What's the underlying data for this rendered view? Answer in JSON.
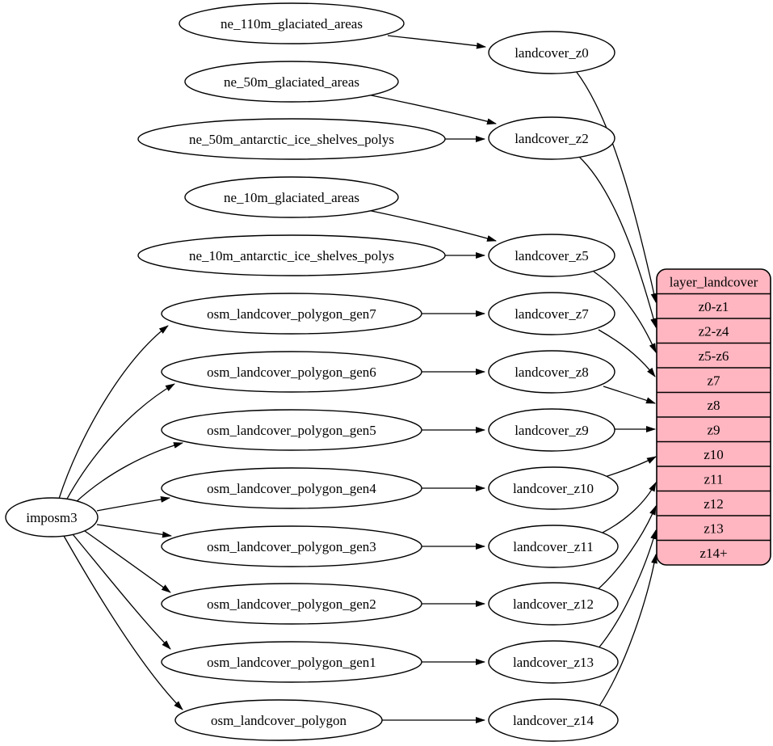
{
  "diagram": {
    "type": "dependency-graph",
    "colors": {
      "background": "#ffffff",
      "node_fill": "#ffffff",
      "node_stroke": "#000000",
      "edge_stroke": "#000000",
      "record_fill": "#ffb6c1",
      "record_stroke": "#000000",
      "text": "#000000"
    },
    "nodes": {
      "imposm3": {
        "label": "imposm3"
      },
      "ne_110m_glaciated_areas": {
        "label": "ne_110m_glaciated_areas"
      },
      "ne_50m_glaciated_areas": {
        "label": "ne_50m_glaciated_areas"
      },
      "ne_50m_antarctic_ice_shelves_polys": {
        "label": "ne_50m_antarctic_ice_shelves_polys"
      },
      "ne_10m_glaciated_areas": {
        "label": "ne_10m_glaciated_areas"
      },
      "ne_10m_antarctic_ice_shelves_polys": {
        "label": "ne_10m_antarctic_ice_shelves_polys"
      },
      "osm_landcover_polygon_gen7": {
        "label": "osm_landcover_polygon_gen7"
      },
      "osm_landcover_polygon_gen6": {
        "label": "osm_landcover_polygon_gen6"
      },
      "osm_landcover_polygon_gen5": {
        "label": "osm_landcover_polygon_gen5"
      },
      "osm_landcover_polygon_gen4": {
        "label": "osm_landcover_polygon_gen4"
      },
      "osm_landcover_polygon_gen3": {
        "label": "osm_landcover_polygon_gen3"
      },
      "osm_landcover_polygon_gen2": {
        "label": "osm_landcover_polygon_gen2"
      },
      "osm_landcover_polygon_gen1": {
        "label": "osm_landcover_polygon_gen1"
      },
      "osm_landcover_polygon": {
        "label": "osm_landcover_polygon"
      },
      "landcover_z0": {
        "label": "landcover_z0"
      },
      "landcover_z2": {
        "label": "landcover_z2"
      },
      "landcover_z5": {
        "label": "landcover_z5"
      },
      "landcover_z7": {
        "label": "landcover_z7"
      },
      "landcover_z8": {
        "label": "landcover_z8"
      },
      "landcover_z9": {
        "label": "landcover_z9"
      },
      "landcover_z10": {
        "label": "landcover_z10"
      },
      "landcover_z11": {
        "label": "landcover_z11"
      },
      "landcover_z12": {
        "label": "landcover_z12"
      },
      "landcover_z13": {
        "label": "landcover_z13"
      },
      "landcover_z14": {
        "label": "landcover_z14"
      }
    },
    "record": {
      "title": "layer_landcover",
      "rows": [
        "z0-z1",
        "z2-z4",
        "z5-z6",
        "z7",
        "z8",
        "z9",
        "z10",
        "z11",
        "z12",
        "z13",
        "z14+"
      ]
    },
    "edges": [
      {
        "from": "ne_110m_glaciated_areas",
        "to": "landcover_z0"
      },
      {
        "from": "ne_50m_glaciated_areas",
        "to": "landcover_z2"
      },
      {
        "from": "ne_50m_antarctic_ice_shelves_polys",
        "to": "landcover_z2"
      },
      {
        "from": "ne_10m_glaciated_areas",
        "to": "landcover_z5"
      },
      {
        "from": "ne_10m_antarctic_ice_shelves_polys",
        "to": "landcover_z5"
      },
      {
        "from": "osm_landcover_polygon_gen7",
        "to": "landcover_z7"
      },
      {
        "from": "osm_landcover_polygon_gen6",
        "to": "landcover_z8"
      },
      {
        "from": "osm_landcover_polygon_gen5",
        "to": "landcover_z9"
      },
      {
        "from": "osm_landcover_polygon_gen4",
        "to": "landcover_z10"
      },
      {
        "from": "osm_landcover_polygon_gen3",
        "to": "landcover_z11"
      },
      {
        "from": "osm_landcover_polygon_gen2",
        "to": "landcover_z12"
      },
      {
        "from": "osm_landcover_polygon_gen1",
        "to": "landcover_z13"
      },
      {
        "from": "osm_landcover_polygon",
        "to": "landcover_z14"
      },
      {
        "from": "imposm3",
        "to": "osm_landcover_polygon_gen7"
      },
      {
        "from": "imposm3",
        "to": "osm_landcover_polygon_gen6"
      },
      {
        "from": "imposm3",
        "to": "osm_landcover_polygon_gen5"
      },
      {
        "from": "imposm3",
        "to": "osm_landcover_polygon_gen4"
      },
      {
        "from": "imposm3",
        "to": "osm_landcover_polygon_gen3"
      },
      {
        "from": "imposm3",
        "to": "osm_landcover_polygon_gen2"
      },
      {
        "from": "imposm3",
        "to": "osm_landcover_polygon_gen1"
      },
      {
        "from": "imposm3",
        "to": "osm_landcover_polygon"
      },
      {
        "from": "landcover_z0",
        "to": "layer_landcover:z0-z1"
      },
      {
        "from": "landcover_z2",
        "to": "layer_landcover:z2-z4"
      },
      {
        "from": "landcover_z5",
        "to": "layer_landcover:z5-z6"
      },
      {
        "from": "landcover_z7",
        "to": "layer_landcover:z7"
      },
      {
        "from": "landcover_z8",
        "to": "layer_landcover:z8"
      },
      {
        "from": "landcover_z9",
        "to": "layer_landcover:z9"
      },
      {
        "from": "landcover_z10",
        "to": "layer_landcover:z10"
      },
      {
        "from": "landcover_z11",
        "to": "layer_landcover:z11"
      },
      {
        "from": "landcover_z12",
        "to": "layer_landcover:z12"
      },
      {
        "from": "landcover_z13",
        "to": "layer_landcover:z13"
      },
      {
        "from": "landcover_z14",
        "to": "layer_landcover:z14+"
      }
    ]
  }
}
